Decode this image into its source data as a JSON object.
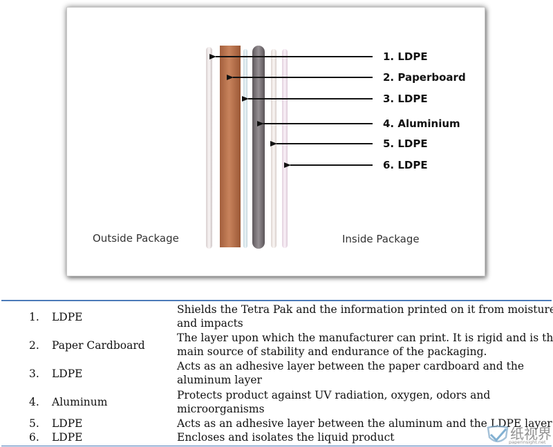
{
  "diagram": {
    "arrow_labels": [
      "1. LDPE",
      "2. Paperboard",
      "3. LDPE",
      "4. Aluminium",
      "5. LDPE",
      "6. LDPE"
    ],
    "outside_label": "Outside Package",
    "inside_label": "Inside Package",
    "colors": {
      "ldpe_outer": "#ece4e4",
      "paperboard": "#b5714c",
      "ldpe_adhesive": "#d6e4ea",
      "aluminium": "#7a7478",
      "ldpe_inner": "#f0dcec",
      "arrow": "#111111"
    }
  },
  "table": {
    "rows": [
      {
        "num": "1.",
        "name": "LDPE",
        "desc": [
          "Shields the Tetra Pak and the information printed on it from moisture",
          "and impacts"
        ]
      },
      {
        "num": "2.",
        "name": "Paper Cardboard",
        "desc": [
          "The layer upon which the manufacturer can print. It is rigid and is the",
          "main source of stability and endurance of the packaging."
        ]
      },
      {
        "num": "3.",
        "name": "LDPE",
        "desc": [
          "Acts as an adhesive layer between the paper cardboard and the",
          "aluminum layer"
        ]
      },
      {
        "num": "4.",
        "name": "Aluminum",
        "desc": [
          "Protects product against UV radiation, oxygen, odors and",
          "microorganisms"
        ]
      },
      {
        "num": "5.",
        "name": "LDPE",
        "desc": [
          "Acts as an adhesive layer between the aluminum and the LDPE layer"
        ]
      },
      {
        "num": "6.",
        "name": "LDPE",
        "desc": [
          "Encloses and isolates the liquid product"
        ]
      }
    ]
  },
  "watermark": {
    "text": "纸视界",
    "sub": "paperinsight.net",
    "icon": "watermark-shield-icon"
  }
}
